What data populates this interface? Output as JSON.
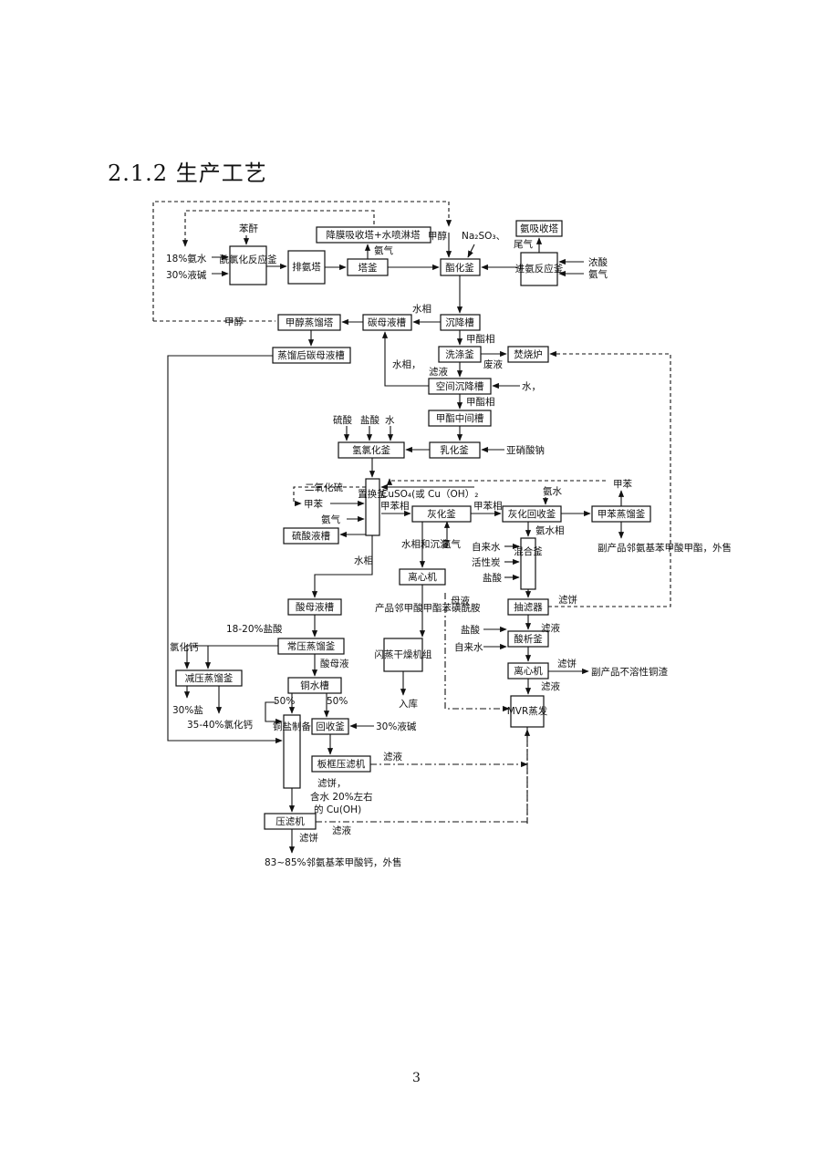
{
  "heading": "2.1.2 生产工艺",
  "page_number": "3",
  "nodes": {
    "chlorination": "酰氯化反应釜",
    "ammonia_recovery_tower": "排氨塔",
    "tower_kettle": "塔釜",
    "absorb_tower": "降膜吸收塔+水喷淋塔",
    "ammonia_absorb": "氨吸收塔",
    "ammoniation": "进氨反应釜",
    "esterify": "酯化釜",
    "settle1": "沉降槽",
    "mother_liquor": "碳母液槽",
    "methanol_dist": "甲醇蒸馏塔",
    "post_dist": "蒸馏后碳母液槽",
    "wash": "洗涤釜",
    "furnace": "焚烧炉",
    "settle2": "空间沉降槽",
    "ester_mid": "甲酯中间槽",
    "emulsify": "乳化釜",
    "hydrochlorination": "氢氯化釜",
    "replace": "置换釜",
    "ash": "灰化釜",
    "ash_recovery": "灰化回收釜",
    "toluene_dist": "甲苯蒸馏釜",
    "sulfuric_tank": "硫酸液槽",
    "centrifuge1": "离心机",
    "dryer": "闪蒸干燥机组",
    "mixer": "混合釜",
    "pump": "抽滤器",
    "acid_mother": "酸母液槽",
    "hp_dist": "常压蒸馏釜",
    "vac_dist": "减压蒸馏釜",
    "copper_tank": "铜水槽",
    "salt_prep": "铜盐制备",
    "recovery": "回收釜",
    "plate_filter": "板框压滤机",
    "acidify": "酸析釜",
    "centrifuge2": "离心机",
    "mvr": "MVR蒸发",
    "press_filter": "压滤机"
  },
  "labels": {
    "benzene": "苯酐",
    "ammonia18": "18%氨水",
    "caustic30": "30%液碱",
    "ammonia_gas_top": "氨气",
    "methanol_top": "甲醇",
    "na2so3": "Na₂SO₃、",
    "tail_gas": "尾气",
    "conc_acid": "浓酸",
    "ammonia_gas_right": "氨气",
    "water_phase1": "水相",
    "methanol_left": "甲醇",
    "ester_phase1": "甲酯相",
    "water_phase2": "水相，",
    "filtrate1": "滤液",
    "waste": "废液",
    "water1": "水，",
    "ester_phase2": "甲酯相",
    "sulfuric": "硫酸",
    "hcl1": "盐酸",
    "water2": "水",
    "nitrite": "亚硝酸钠",
    "so2": "二氧化硫",
    "toluene1": "甲苯",
    "ammonia_gas3": "氨气",
    "cuso4": "CuSO₄(或 Cu（OH）₂",
    "toluene_phase1": "甲苯相",
    "toluene_phase2": "甲苯相",
    "ammonia_water": "氨水",
    "toluene_top": "甲苯",
    "ammonia_phase": "氨水相",
    "byproduct1": "副产品邻氨基苯甲酸甲酯，外售",
    "water_phase3": "水相",
    "water_phase_and_precip": "水相和沉淀",
    "ammonia_gas4": "氨气",
    "tap_water1": "自来水",
    "activated_carbon": "活性炭",
    "hcl2": "盐酸",
    "product_o": "产品邻甲酸甲酯苯磺酰胺",
    "mother_liquid": "母液",
    "filter_cake1": "滤饼",
    "storage": "入库",
    "hcl_18_20": "18-20%盐酸",
    "acid_mother_liq": "酸母液",
    "calcium_chloride": "氯化钙",
    "pct30_salt": "30%盐",
    "cacl_35_40": "35-40%氯化钙",
    "pct50_a": "50%",
    "pct50_b": "50%",
    "hcl3": "盐酸",
    "filtrate2": "滤液",
    "tap_water2": "自来水",
    "filter_cake2": "滤饼",
    "byproduct2": "副产品不溶性铜渣",
    "filtrate3": "滤液",
    "caustic30b": "30%液碱",
    "filtrate4": "滤液",
    "filter_cake3": "滤饼，",
    "water_content": "含水 20%左右",
    "cu_oh": "的 Cu(OH)",
    "filtrate5": "滤液",
    "filter_cake4": "滤饼",
    "final_product": "83~85%邻氨基苯甲酸钙，外售"
  }
}
